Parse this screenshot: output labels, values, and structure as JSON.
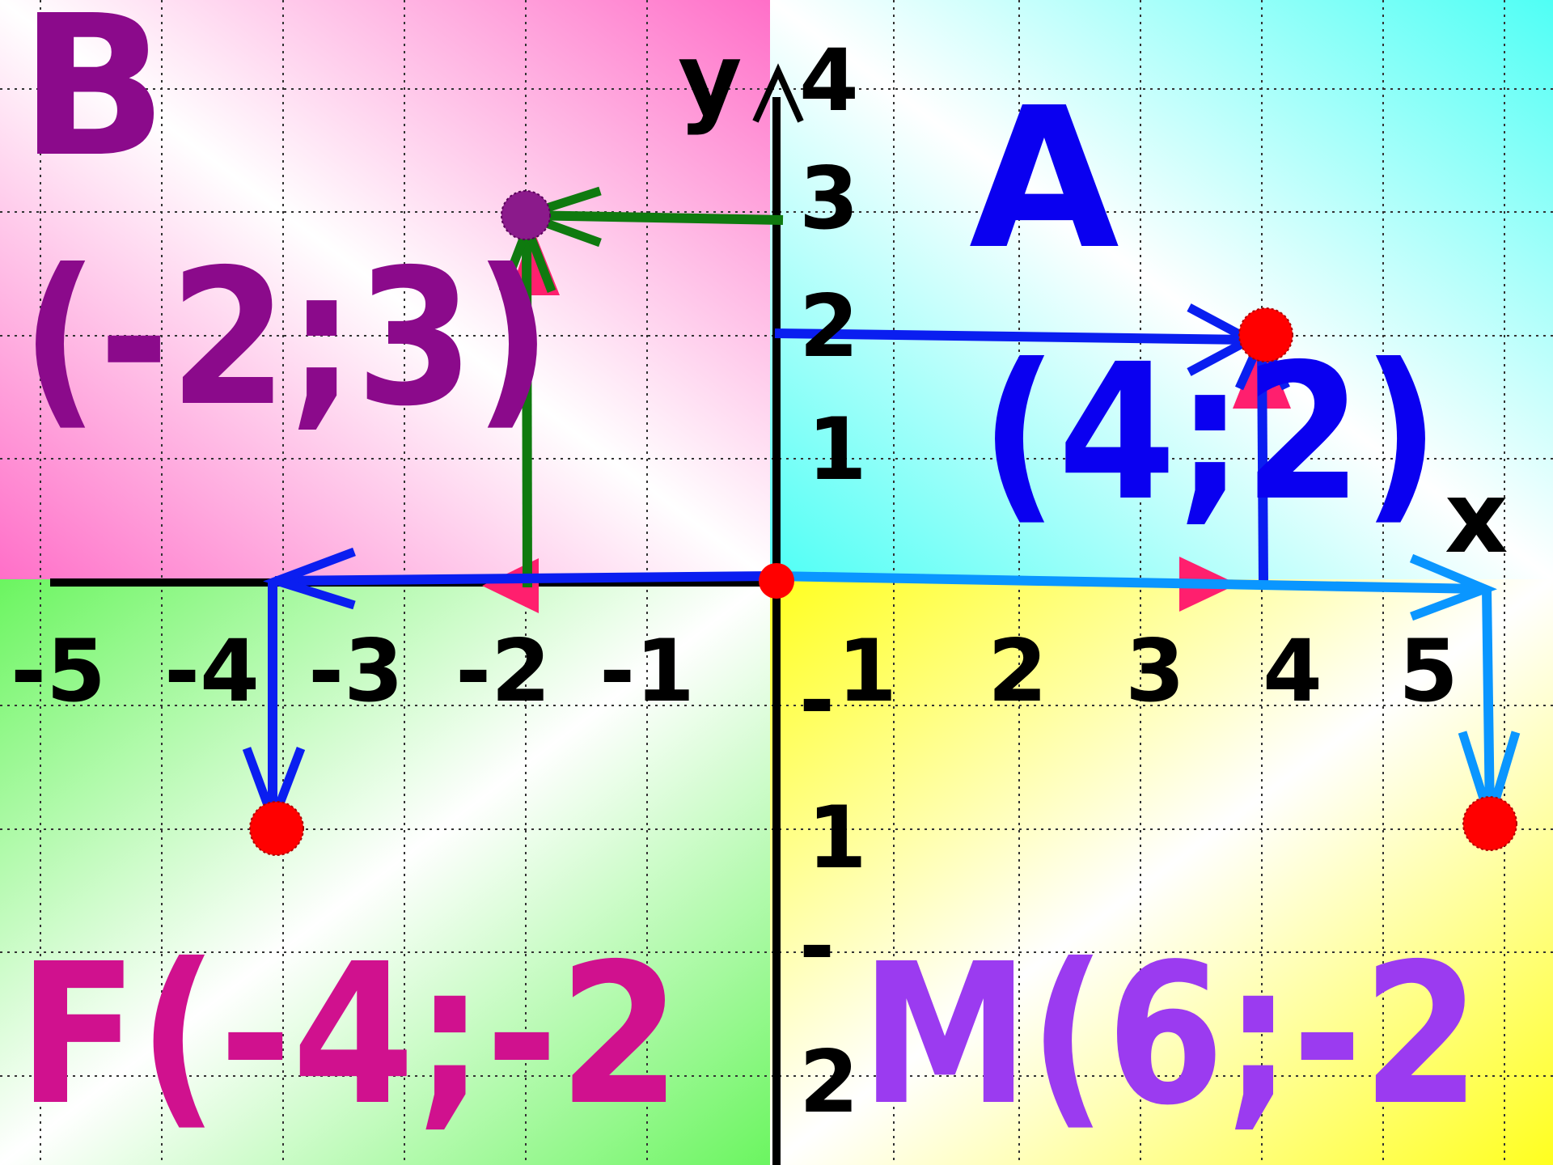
{
  "axes": {
    "x_label": "x",
    "y_label": "y",
    "x_ticks_negative": [
      "-5",
      "-4",
      "-3",
      "-2",
      "-1"
    ],
    "x_ticks_positive": [
      "1",
      "2",
      "3",
      "4",
      "5"
    ],
    "y_ticks_positive": [
      "4",
      "3",
      "2",
      "1"
    ],
    "y_tick_neg1": {
      "sign": "-",
      "digit": "1"
    },
    "y_tick_neg2": {
      "sign": "-",
      "digit": "2"
    }
  },
  "points": {
    "B": {
      "letter": "B",
      "coords": "(-2;3)",
      "x": -2,
      "y": 3,
      "color": "#8B0A8B"
    },
    "A": {
      "letter": "A",
      "coords": "(4;2)",
      "x": 4,
      "y": 2,
      "color": "#0A00F0"
    },
    "F": {
      "label": "F(-4;-2",
      "x": -4,
      "y": -2,
      "color": "#D0118E"
    },
    "M": {
      "label": "M(6;-2",
      "x": 6,
      "y": -2,
      "color": "#9B3BF0"
    }
  },
  "colors": {
    "quadrant_top_left": "#FF6FC8",
    "quadrant_top_right": "#4FFFF5",
    "quadrant_bottom_left": "#6BF560",
    "quadrant_bottom_right": "#FFFF1F",
    "dot": "#FF0000",
    "dot_B": "#8B1A8B",
    "arrow_blue": "#0A1EF0",
    "arrow_light_blue": "#0A96FF",
    "arrow_green": "#0F7A0F",
    "arrow_pink": "#FF1F6E",
    "axis": "#000000"
  }
}
